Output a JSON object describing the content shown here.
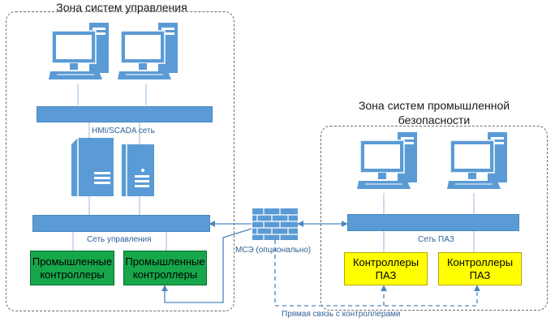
{
  "zones": {
    "control": {
      "title": "Зона систем управления"
    },
    "safety": {
      "title": "Зона систем промышленной безопасности"
    }
  },
  "networks": {
    "hmi": "HMI/SCADA сеть",
    "control": "Сеть управления",
    "paz": "Сеть ПАЗ"
  },
  "firewall": {
    "label": "МСЭ (опционально)"
  },
  "direct_link": {
    "label": "Прямая связь с контроллерами"
  },
  "controllers": {
    "industrial": [
      "Промышленные контроллеры",
      "Промышленные контроллеры"
    ],
    "paz": [
      "Контроллеры ПАЗ",
      "Контроллеры ПАЗ"
    ]
  },
  "colors": {
    "icon_blue": "#5b9bd5",
    "line_blue": "#4a86c0",
    "industrial_controller": "#17a64a",
    "paz_controller": "#ffff00"
  }
}
